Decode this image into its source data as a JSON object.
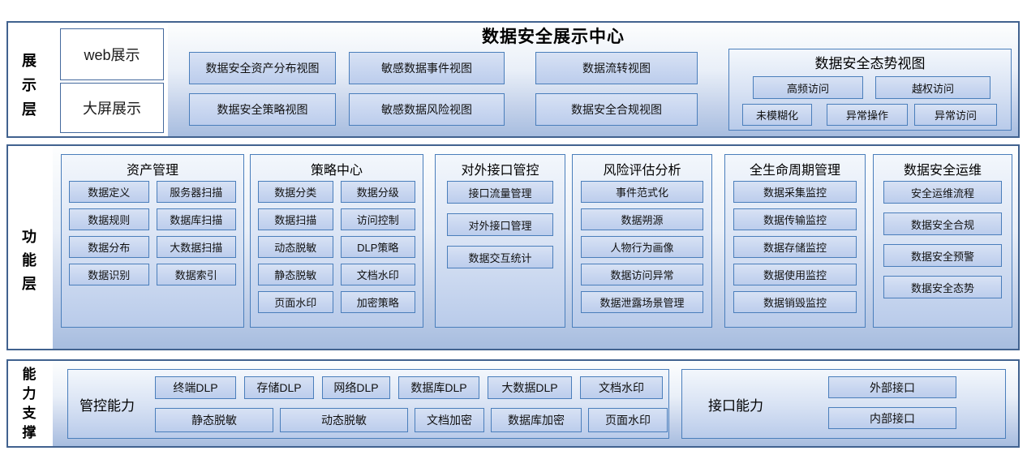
{
  "title": "数据安全展示中心",
  "display_layer": {
    "label": "展示层",
    "modes": [
      "web展示",
      "大屏展示"
    ],
    "views_row1": [
      "数据安全资产分布视图",
      "敏感数据事件视图",
      "数据流转视图"
    ],
    "views_row2": [
      "数据安全策略视图",
      "敏感数据风险视图",
      "数据安全合规视图"
    ],
    "situation": {
      "title": "数据安全态势视图",
      "row1": [
        "高频访问",
        "越权访问"
      ],
      "row2": [
        "未模糊化",
        "异常操作",
        "异常访问"
      ]
    }
  },
  "function_layer": {
    "label": "功能层",
    "groups": [
      {
        "title": "资产管理",
        "col1": [
          "数据定义",
          "数据规则",
          "数据分布",
          "数据识别"
        ],
        "col2": [
          "服务器扫描",
          "数据库扫描",
          "大数据扫描",
          "数据索引"
        ]
      },
      {
        "title": "策略中心",
        "col1": [
          "数据分类",
          "数据扫描",
          "动态脱敏",
          "静态脱敏",
          "页面水印"
        ],
        "col2": [
          "数据分级",
          "访问控制",
          "DLP策略",
          "文档水印",
          "加密策略"
        ]
      },
      {
        "title": "对外接口管控",
        "items": [
          "接口流量管理",
          "对外接口管理",
          "数据交互统计"
        ]
      },
      {
        "title": "风险评估分析",
        "items": [
          "事件范式化",
          "数据朔源",
          "人物行为画像",
          "数据访问异常",
          "数据泄露场景管理"
        ]
      },
      {
        "title": "全生命周期管理",
        "items": [
          "数据采集监控",
          "数据传输监控",
          "数据存储监控",
          "数据使用监控",
          "数据销毁监控"
        ]
      },
      {
        "title": "数据安全运维",
        "items": [
          "安全运维流程",
          "数据安全合规",
          "数据安全预警",
          "数据安全态势"
        ]
      }
    ]
  },
  "capability_layer": {
    "label": "能力支撑",
    "control": {
      "title": "管控能力",
      "row1": [
        "终端DLP",
        "存储DLP",
        "网络DLP",
        "数据库DLP",
        "大数据DLP",
        "文档水印"
      ],
      "row2": [
        "静态脱敏",
        "动态脱敏",
        "文档加密",
        "数据库加密",
        "页面水印"
      ]
    },
    "interface": {
      "title": "接口能力",
      "items": [
        "外部接口",
        "内部接口"
      ]
    }
  },
  "colors": {
    "band_border": "#41628f",
    "box_border": "#4a7ebb",
    "box_fill": "#c8d6f0",
    "panel_gradient_top": "#fdfefe",
    "panel_gradient_bottom": "#a7bddf",
    "text": "#111111",
    "background": "#ffffff"
  }
}
